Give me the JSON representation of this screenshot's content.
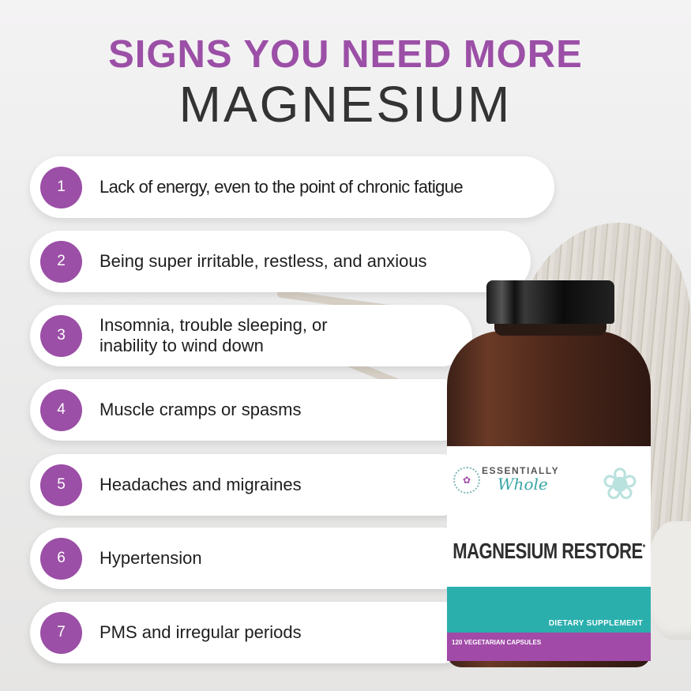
{
  "header": {
    "title_top": "SIGNS YOU NEED MORE",
    "title_bottom": "MAGNESIUM"
  },
  "signs": [
    {
      "number": "1",
      "text": "Lack of energy, even to the point of chronic fatigue"
    },
    {
      "number": "2",
      "text": "Being super irritable, restless, and anxious"
    },
    {
      "number": "3",
      "text": "Insomnia, trouble sleeping, or\ninability to wind down"
    },
    {
      "number": "4",
      "text": "Muscle cramps or spasms"
    },
    {
      "number": "5",
      "text": "Headaches and migraines"
    },
    {
      "number": "6",
      "text": "Hypertension"
    },
    {
      "number": "7",
      "text": "PMS and irregular periods"
    }
  ],
  "product": {
    "brand_top": "ESSENTIALLY",
    "brand_bottom": "Whole",
    "name": "MAGNESIUM RESTORE",
    "name_mark": "*",
    "category": "DIETARY SUPPLEMENT",
    "count": "120 VEGETARIAN CAPSULES"
  },
  "colors": {
    "accent_purple": "#9b4fa6",
    "title_dark": "#333333",
    "label_teal": "#2aafad",
    "label_purple": "#a14aa8"
  }
}
